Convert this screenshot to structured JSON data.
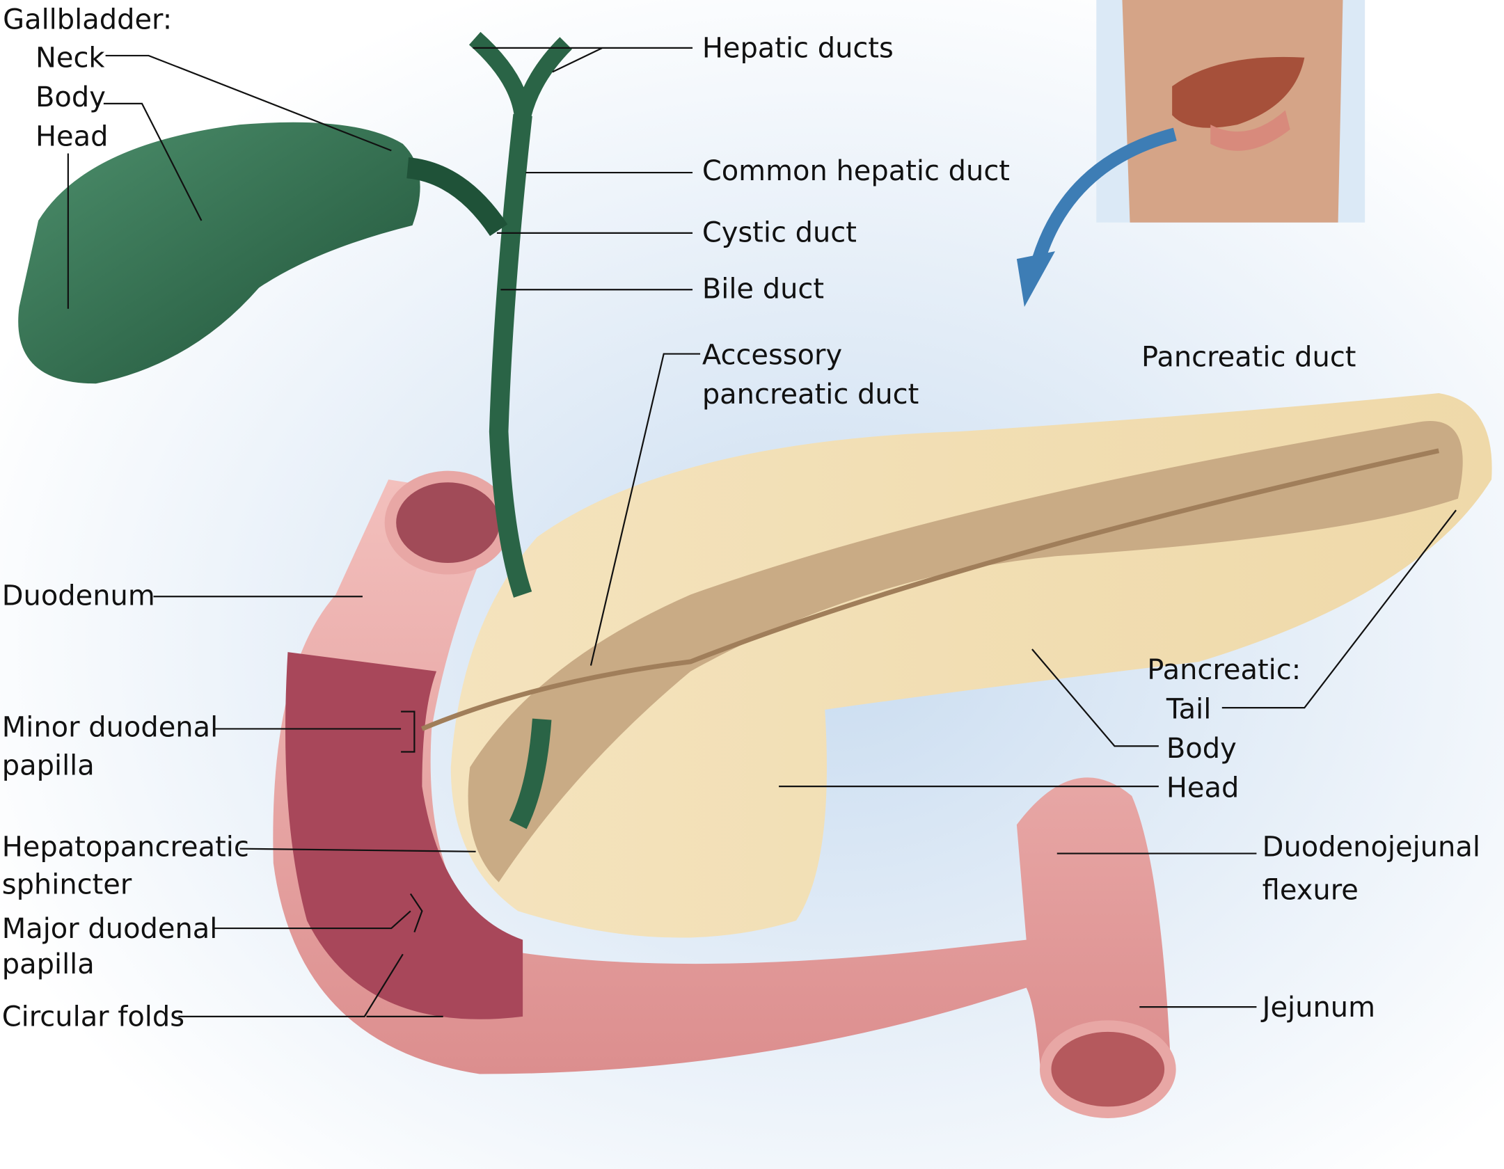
{
  "colors": {
    "background": "#dde9f5",
    "gallbladder": "#2f6e4e",
    "duct": "#2a6446",
    "duodenum": "#e8a7a5",
    "duodenum_inner": "#a8475a",
    "pancreas": "#f1deb3",
    "pancreas_cut": "#c9ab85",
    "arrow": "#3d7db5",
    "skin": "#d9a98a"
  },
  "labels": {
    "gallbladder": "Gallbladder:",
    "gb_neck": "Neck",
    "gb_body": "Body",
    "gb_head": "Head",
    "hepatic_ducts": "Hepatic ducts",
    "common_hepatic_duct": "Common hepatic duct",
    "cystic_duct": "Cystic duct",
    "bile_duct": "Bile duct",
    "accessory_1": "Accessory",
    "accessory_2": "pancreatic duct",
    "pancreatic_duct": "Pancreatic duct",
    "duodenum": "Duodenum",
    "minor_1": "Minor duodenal",
    "minor_2": "papilla",
    "hepato_1": "Hepatopancreatic",
    "hepato_2": "sphincter",
    "major_1": "Major duodenal",
    "major_2": "papilla",
    "circular_folds": "Circular folds",
    "pancreatic": "Pancreatic:",
    "p_tail": "Tail",
    "p_body": "Body",
    "p_head": "Head",
    "dj_1": "Duodenojejunal",
    "dj_2": "flexure",
    "jejunum": "Jejunum"
  }
}
